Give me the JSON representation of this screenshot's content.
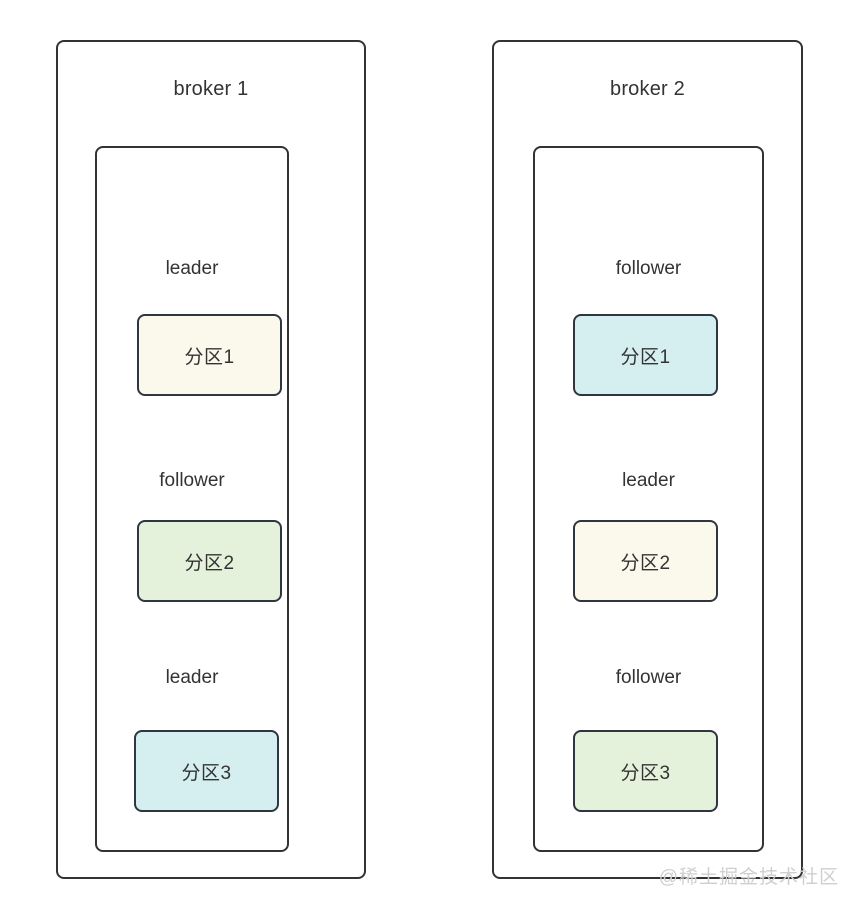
{
  "diagram": {
    "title_hidden": "",
    "watermark": "@稀土掘金技术社区",
    "colors": {
      "border": "#333333",
      "partition_border": "#2f3640",
      "cream": "#FBF9EC",
      "green": "#E4F2DC",
      "cyan": "#D5EEF0",
      "watermark": "#cfcfcf"
    },
    "brokers": [
      {
        "title": "broker 1",
        "slots": [
          {
            "role": "leader",
            "partition": "分区1",
            "fill": "#FBF9EC"
          },
          {
            "role": "follower",
            "partition": "分区2",
            "fill": "#E4F2DC"
          },
          {
            "role": "leader",
            "partition": "分区3",
            "fill": "#D5EEF0"
          }
        ]
      },
      {
        "title": "broker 2",
        "slots": [
          {
            "role": "follower",
            "partition": "分区1",
            "fill": "#D5EEF0"
          },
          {
            "role": "leader",
            "partition": "分区2",
            "fill": "#FBF9EC"
          },
          {
            "role": "follower",
            "partition": "分区3",
            "fill": "#E4F2DC"
          }
        ]
      }
    ]
  }
}
